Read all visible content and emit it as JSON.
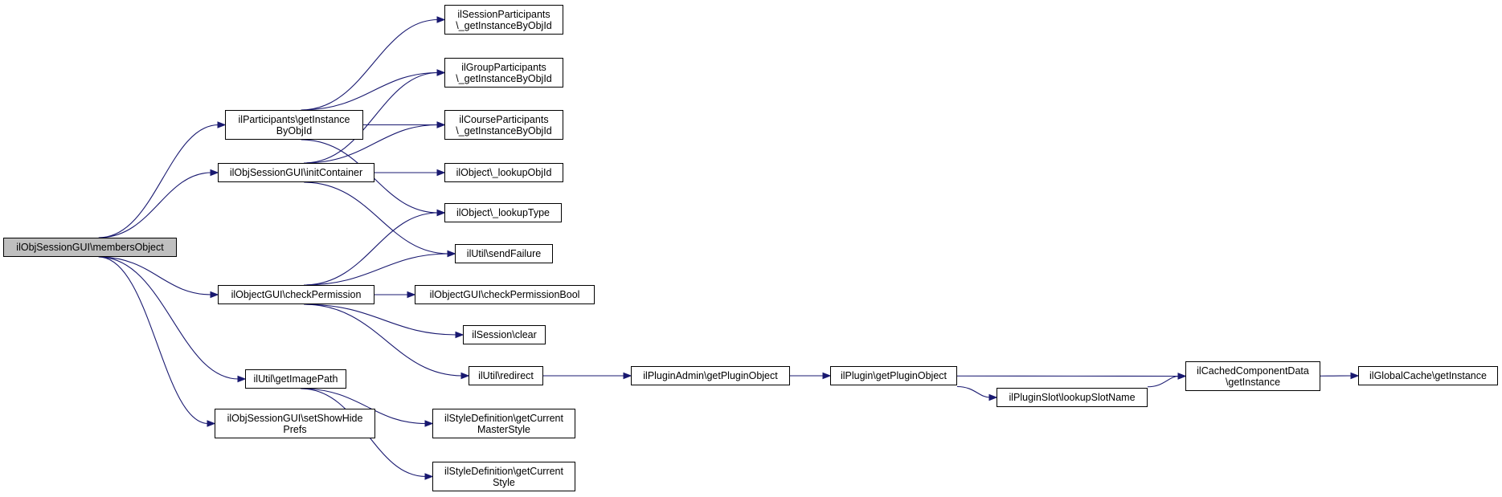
{
  "nodes": {
    "members_object": [
      "ilObjSessionGUI\\membersObject"
    ],
    "participants_get_instance": [
      "ilParticipants\\getInstance",
      "ByObjId"
    ],
    "init_container": [
      "ilObjSessionGUI\\initContainer"
    ],
    "check_permission": [
      "ilObjectGUI\\checkPermission"
    ],
    "get_image_path": [
      "ilUtil\\getImagePath"
    ],
    "set_show_hide_prefs": [
      "ilObjSessionGUI\\setShowHide",
      "Prefs"
    ],
    "session_participants": [
      "ilSessionParticipants",
      "\\_getInstanceByObjId"
    ],
    "group_participants": [
      "ilGroupParticipants",
      "\\_getInstanceByObjId"
    ],
    "course_participants": [
      "ilCourseParticipants",
      "\\_getInstanceByObjId"
    ],
    "lookup_obj_id": [
      "ilObject\\_lookupObjId"
    ],
    "lookup_type": [
      "ilObject\\_lookupType"
    ],
    "send_failure": [
      "ilUtil\\sendFailure"
    ],
    "check_permission_bool": [
      "ilObjectGUI\\checkPermissionBool"
    ],
    "session_clear": [
      "ilSession\\clear"
    ],
    "util_redirect": [
      "ilUtil\\redirect"
    ],
    "plugin_admin_get_plugin_object": [
      "ilPluginAdmin\\getPluginObject"
    ],
    "plugin_get_plugin_object": [
      "ilPlugin\\getPluginObject"
    ],
    "plugin_slot_lookup_slot_name": [
      "ilPluginSlot\\lookupSlotName"
    ],
    "cached_component_data": [
      "ilCachedComponentData",
      "\\getInstance"
    ],
    "global_cache_get_instance": [
      "ilGlobalCache\\getInstance"
    ],
    "style_get_current_master_style": [
      "ilStyleDefinition\\getCurrent",
      "MasterStyle"
    ],
    "style_get_current_style": [
      "ilStyleDefinition\\getCurrent",
      "Style"
    ]
  },
  "edges": [
    [
      "members_object",
      "participants_get_instance"
    ],
    [
      "members_object",
      "init_container"
    ],
    [
      "members_object",
      "check_permission"
    ],
    [
      "members_object",
      "get_image_path"
    ],
    [
      "members_object",
      "set_show_hide_prefs"
    ],
    [
      "participants_get_instance",
      "session_participants"
    ],
    [
      "participants_get_instance",
      "group_participants"
    ],
    [
      "participants_get_instance",
      "course_participants"
    ],
    [
      "participants_get_instance",
      "lookup_type"
    ],
    [
      "init_container",
      "group_participants"
    ],
    [
      "init_container",
      "course_participants"
    ],
    [
      "init_container",
      "lookup_obj_id"
    ],
    [
      "init_container",
      "send_failure"
    ],
    [
      "check_permission",
      "lookup_type"
    ],
    [
      "check_permission",
      "send_failure"
    ],
    [
      "check_permission",
      "check_permission_bool"
    ],
    [
      "check_permission",
      "session_clear"
    ],
    [
      "check_permission",
      "util_redirect"
    ],
    [
      "util_redirect",
      "plugin_admin_get_plugin_object"
    ],
    [
      "plugin_admin_get_plugin_object",
      "plugin_get_plugin_object"
    ],
    [
      "plugin_get_plugin_object",
      "cached_component_data"
    ],
    [
      "plugin_get_plugin_object",
      "plugin_slot_lookup_slot_name"
    ],
    [
      "plugin_slot_lookup_slot_name",
      "cached_component_data"
    ],
    [
      "cached_component_data",
      "global_cache_get_instance"
    ],
    [
      "get_image_path",
      "style_get_current_master_style"
    ],
    [
      "get_image_path",
      "style_get_current_style"
    ]
  ],
  "colors": {
    "edge": "#191970",
    "root_fill": "#bfbfbf",
    "node_fill": "#ffffff",
    "border": "#000000"
  }
}
